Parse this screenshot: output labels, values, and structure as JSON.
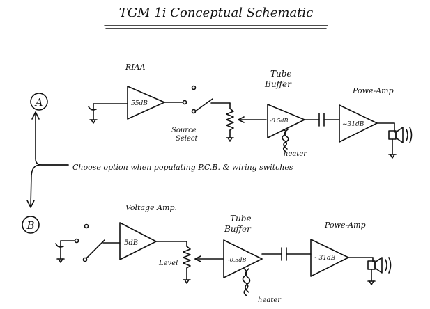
{
  "title": "TGM 1i   Conceptual   Schematic",
  "option_a": "A",
  "option_b": "B",
  "note": "Choose option when populating P.C.B. & wiring switches",
  "top_chain": {
    "riaa_label": "RIAA",
    "riaa_gain": "55dB",
    "source_select": [
      "Source",
      "Select"
    ],
    "tube_buffer": [
      "Tube",
      "Buffer"
    ],
    "tube_gain": "-0.5dB",
    "heater": "heater",
    "power_amp": "Powe-Amp",
    "power_gain": "~31dB"
  },
  "bottom_chain": {
    "voltage_amp": "Voltage Amp.",
    "voltage_gain": "5dB",
    "level": "Level",
    "tube_buffer": [
      "Tube",
      "Buffer"
    ],
    "tube_gain": "-0.5dB",
    "heater": "heater",
    "power_amp": "Powe-Amp",
    "power_gain": "~31dB"
  },
  "colors": {
    "ink": "#111111",
    "paper": "#ffffff"
  }
}
